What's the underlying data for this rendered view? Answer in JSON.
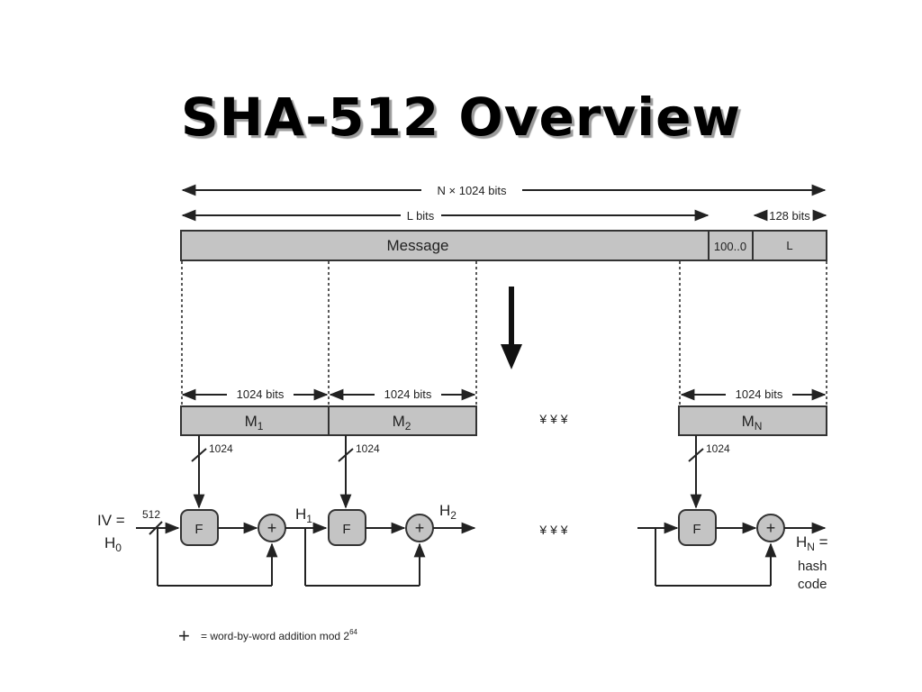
{
  "title": "SHA-512 Overview",
  "diagram": {
    "total_length_label": "N × 1024 bits",
    "l_bits_label": "L bits",
    "len_field_label": "128 bits",
    "message_label": "Message",
    "padding_label": "100..0",
    "length_label": "L",
    "block_size_label": "1024  bits",
    "blocks": [
      {
        "label": "M",
        "sub": "1"
      },
      {
        "label": "M",
        "sub": "2"
      },
      {
        "label": "M",
        "sub": "N"
      }
    ],
    "ellipsis": "¥ ¥ ¥",
    "bus_1024": "1024",
    "bus_512": "512",
    "iv_label": "IV =",
    "h0": {
      "label": "H",
      "sub": "0"
    },
    "h1": {
      "label": "H",
      "sub": "1"
    },
    "h2": {
      "label": "H",
      "sub": "2"
    },
    "hn": {
      "label": "H",
      "sub": "N",
      "suffix": " ="
    },
    "hash_line1": "hash",
    "hash_line2": "code",
    "f_label": "F",
    "plus_label": "+",
    "legend_symbol": "+",
    "legend_text": "= word-by-word addition mod 2",
    "legend_exp": "64"
  }
}
